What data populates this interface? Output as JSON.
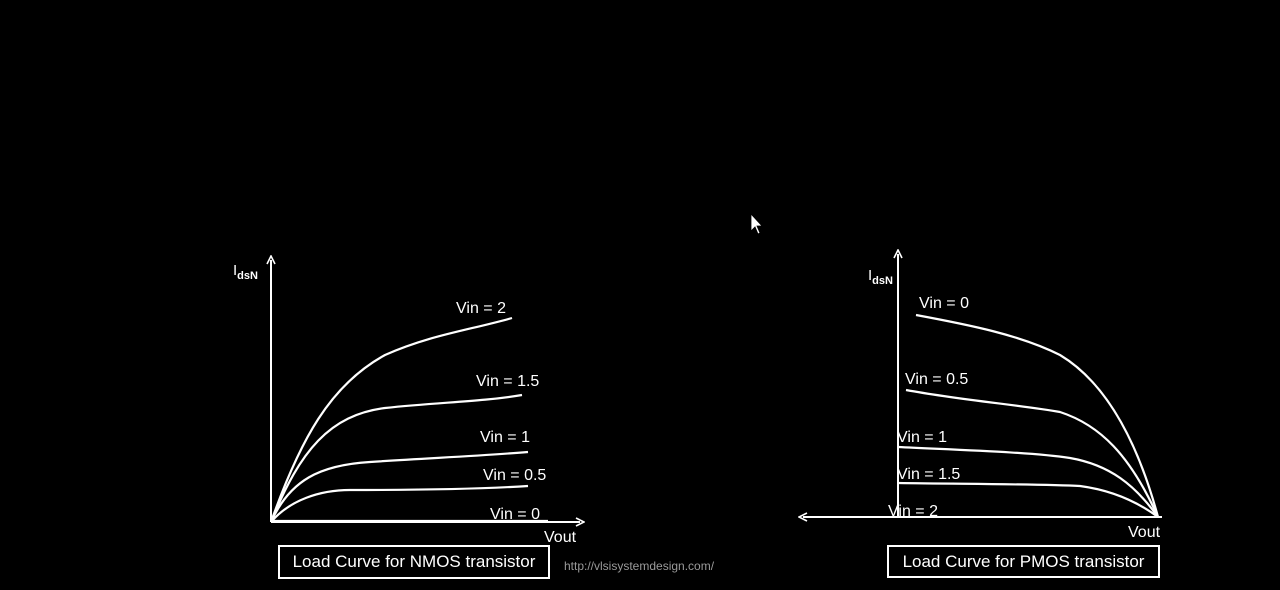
{
  "nmos": {
    "y_axis_label": "I",
    "y_axis_sub": "dsN",
    "x_axis_label": "Vout",
    "caption": "Load Curve for NMOS transistor",
    "curves": [
      "Vin = 2",
      "Vin = 1.5",
      "Vin = 1",
      "Vin = 0.5",
      "Vin = 0"
    ]
  },
  "pmos": {
    "y_axis_label": "I",
    "y_axis_sub": "dsN",
    "x_axis_label": "Vout",
    "caption": "Load Curve for PMOS transistor",
    "curves": [
      "Vin = 0",
      "Vin = 0.5",
      "Vin = 1",
      "Vin = 1.5",
      "Vin = 2"
    ]
  },
  "footer": {
    "url": "http://vlsisystemdesign.com/"
  },
  "colors": {
    "background": "#000000",
    "stroke": "#ffffff",
    "url_text": "#9a9a9a"
  },
  "icons": {
    "cursor": "mouse-pointer-icon"
  }
}
